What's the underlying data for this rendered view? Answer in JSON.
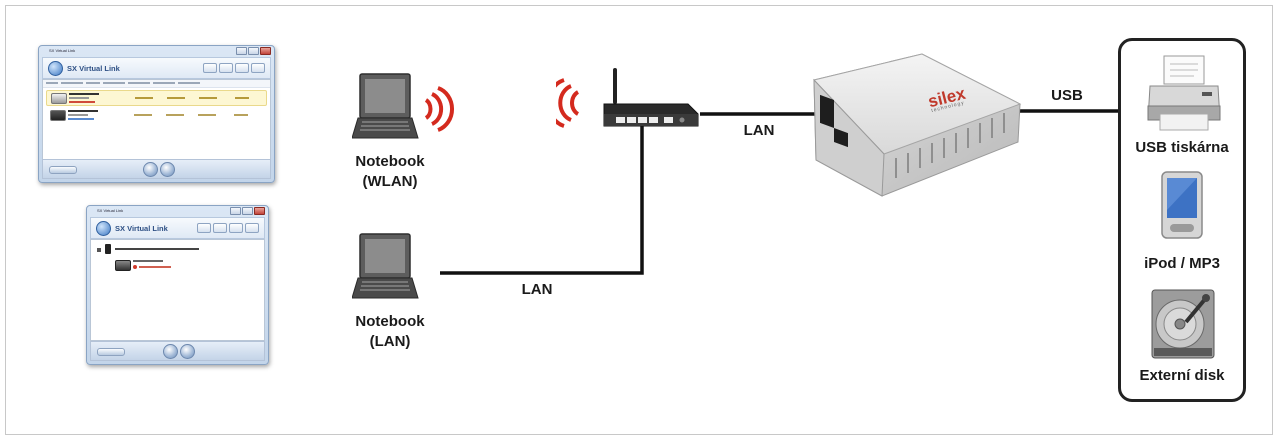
{
  "apps": [
    {
      "window_title": "SX Virtual Link",
      "header_title": "SX Virtual Link"
    },
    {
      "window_title": "SX Virtual Link",
      "header_title": "SX Virtual Link"
    }
  ],
  "nodes": {
    "notebook_wlan": {
      "line1": "Notebook",
      "line2": "(WLAN)"
    },
    "notebook_lan": {
      "line1": "Notebook",
      "line2": "(LAN)"
    },
    "device_brand": "silex",
    "device_brand_sub": "technology",
    "usb_printer": "USB tiskárna",
    "ipod": "iPod / MP3",
    "external_disk": "Externí disk"
  },
  "links": {
    "lan_notebook": "LAN",
    "lan_router_device": "LAN",
    "usb": "USB"
  },
  "colors": {
    "wifi_waves": "#d42a1e",
    "cable": "#111111",
    "panel_border": "#222222",
    "accent_brand": "#c0392b"
  }
}
